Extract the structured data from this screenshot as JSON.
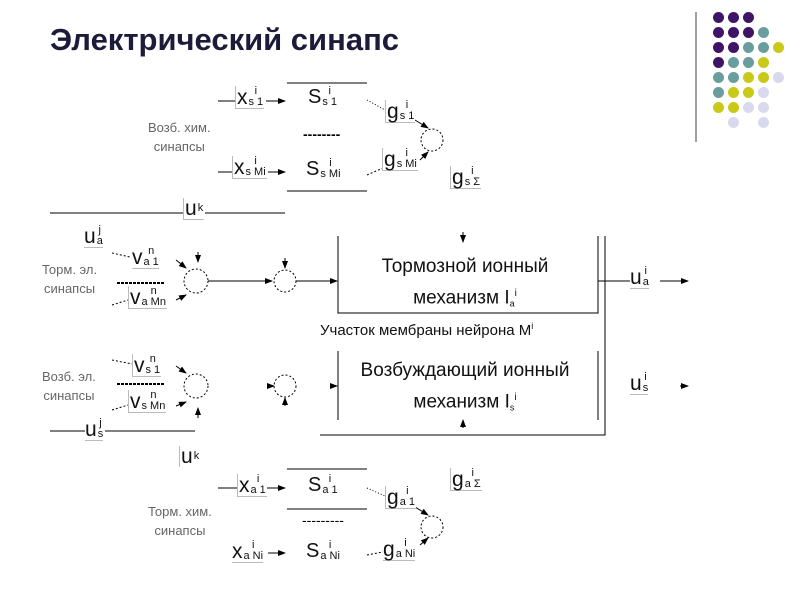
{
  "title": "Электрический синапс",
  "colors": {
    "purple": "#3f1466",
    "teal": "#6a9e9e",
    "yellow": "#c9c91a",
    "lavender": "#d9d9ee"
  },
  "labels": {
    "exc_chem_1": "Возб. хим.",
    "exc_chem_2": "синапсы",
    "inh_el_1": "Торм. эл.",
    "inh_el_2": "синапсы",
    "exc_el_1": "Возб. эл.",
    "exc_el_2": "синапсы",
    "inh_chem_1": "Торм. хим.",
    "inh_chem_2": "синапсы",
    "inh_mech_1": "Тормозной ионный",
    "inh_mech_2": "механизм",
    "inh_mech_I": "I",
    "inh_mech_sub": "a",
    "inh_mech_sup": "i",
    "exc_mech_1": "Возбуждающий ионный",
    "exc_mech_2": "механизм",
    "exc_mech_I": "I",
    "exc_mech_sub": "s",
    "exc_mech_sup": "i",
    "membrane": "Участок мембраны нейрона M",
    "membrane_sup": "i",
    "dots_top": "--------",
    "dots_bottom": "---------"
  },
  "sym": {
    "xs1": {
      "b": "x",
      "p": "i",
      "s": "s 1"
    },
    "xsM": {
      "b": "x",
      "p": "i",
      "s": "s Mi"
    },
    "Ss1": {
      "b": "S",
      "p": "i",
      "s": "s 1"
    },
    "SsM": {
      "b": "S",
      "p": "i",
      "s": "s Mi"
    },
    "gs1": {
      "b": "g",
      "p": "i",
      "s": "s 1"
    },
    "gsM": {
      "b": "g",
      "p": "i",
      "s": "s Mi"
    },
    "gsS": {
      "b": "g",
      "p": "i",
      "s": "s Σ"
    },
    "uk1": {
      "b": "u",
      "p": "k",
      "s": ""
    },
    "uaj": {
      "b": "u",
      "p": "j",
      "s": "a"
    },
    "va1": {
      "b": "v",
      "p": "n",
      "s": "a 1"
    },
    "vaM": {
      "b": "v",
      "p": "n",
      "s": "a Mn"
    },
    "uai": {
      "b": "u",
      "p": "i",
      "s": "a"
    },
    "vs1": {
      "b": "v",
      "p": "n",
      "s": "s 1"
    },
    "vsM": {
      "b": "v",
      "p": "n",
      "s": "s Mn"
    },
    "usi": {
      "b": "u",
      "p": "i",
      "s": "s"
    },
    "usj": {
      "b": "u",
      "p": "j",
      "s": "s"
    },
    "uk2": {
      "b": "u",
      "p": "k",
      "s": ""
    },
    "xa1": {
      "b": "x",
      "p": "i",
      "s": "a 1"
    },
    "xaN": {
      "b": "x",
      "p": "i",
      "s": "a Ni"
    },
    "Sa1": {
      "b": "S",
      "p": "i",
      "s": "a 1"
    },
    "SaN": {
      "b": "S",
      "p": "i",
      "s": "a Ni"
    },
    "ga1": {
      "b": "g",
      "p": "i",
      "s": "a 1"
    },
    "gaN": {
      "b": "g",
      "p": "i",
      "s": "a Ni"
    },
    "gaS": {
      "b": "g",
      "p": "i",
      "s": "a Σ"
    }
  }
}
